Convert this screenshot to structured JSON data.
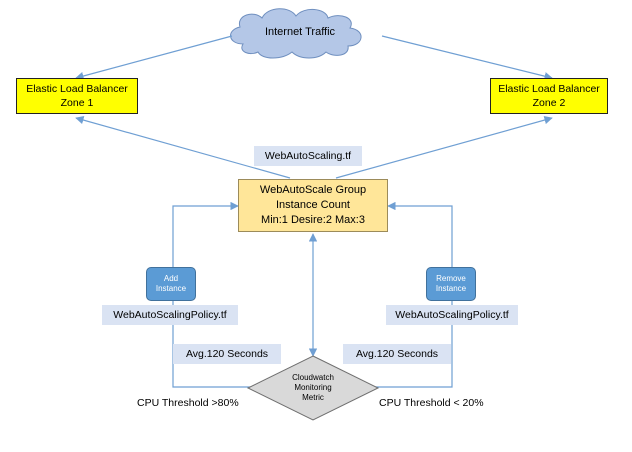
{
  "cloud": {
    "label": "Internet Traffic"
  },
  "elb_zone1": {
    "line1": "Elastic Load Balancer",
    "line2": "Zone 1"
  },
  "elb_zone2": {
    "line1": "Elastic Load Balancer",
    "line2": "Zone 2"
  },
  "autoscaling_file": "WebAutoScaling.tf",
  "group": {
    "line1": "WebAutoScale Group",
    "line2": "Instance Count",
    "line3": "Min:1 Desire:2 Max:3"
  },
  "add_button": {
    "line1": "Add",
    "line2": "Instance"
  },
  "remove_button": {
    "line1": "Remove",
    "line2": "Instance"
  },
  "policy_left": "WebAutoScalingPolicy.tf",
  "policy_right": "WebAutoScalingPolicy.tf",
  "avg_left": "Avg.120 Seconds",
  "avg_right": "Avg.120 Seconds",
  "monitor": {
    "line1": "Cloudwatch",
    "line2": "Monitoring",
    "line3": "Metric"
  },
  "threshold_left": "CPU Threshold >80%",
  "threshold_right": "CPU Threshold < 20%",
  "colors": {
    "arrow": "#6f9fd3",
    "elb_fill": "#ffff00",
    "group_fill": "#ffe699",
    "label_fill": "#dae3f3",
    "button_fill": "#5b9bd5",
    "cloud_fill": "#b4c7e7",
    "diamond_fill": "#d9d9d9"
  }
}
